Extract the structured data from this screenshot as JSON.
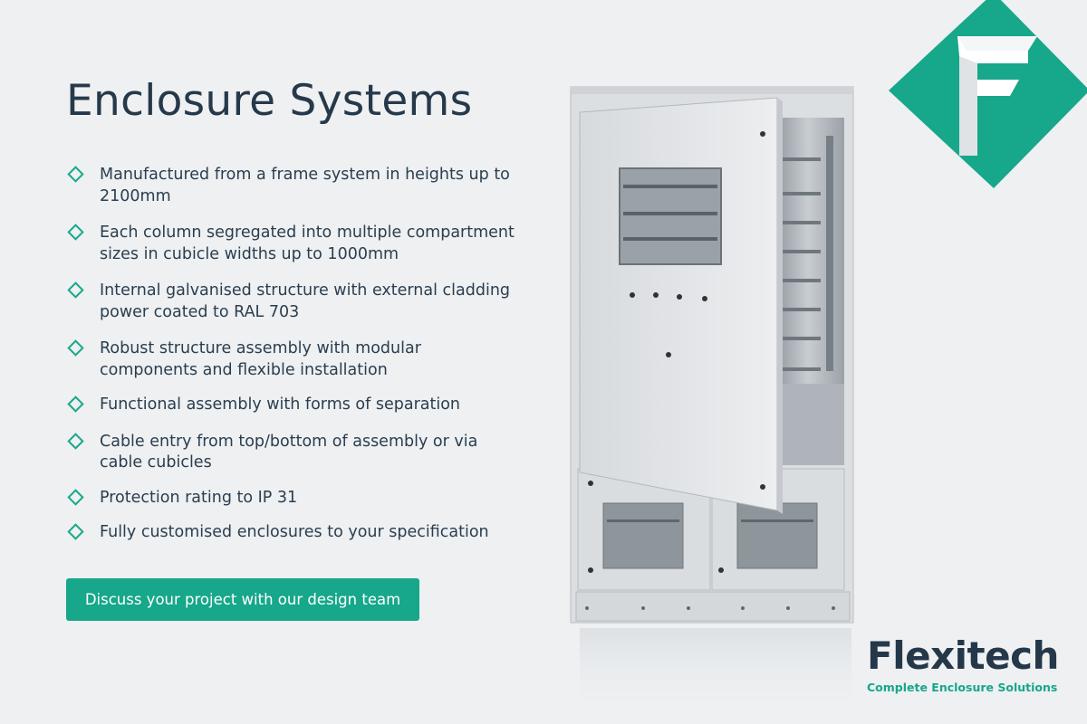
{
  "heading": "Enclosure Systems",
  "features": [
    {
      "text": "Manufactured from a frame system in heights up to 2100mm"
    },
    {
      "text": "Each column segregated into multiple compartment sizes in cubicle widths up to 1000mm"
    },
    {
      "text": "Internal galvanised structure with external cladding power coated to RAL 703"
    },
    {
      "text": "Robust structure assembly with modular components and flexible installation"
    },
    {
      "text": "Functional assembly with forms of separation"
    },
    {
      "text": "Cable entry from top/bottom of assembly or via cable cubicles"
    },
    {
      "text": "Protection rating to IP 31"
    },
    {
      "text": "Fully customised enclosures to your specification"
    }
  ],
  "bullet_icon": "diamond-outline-icon",
  "cta": {
    "label": "Discuss your project with our design team"
  },
  "brand": {
    "name": "Flexitech",
    "tagline": "Complete Enclosure Solutions"
  },
  "colors": {
    "accent": "#17a78a",
    "text": "#26394a",
    "background": "#eef0f2"
  }
}
